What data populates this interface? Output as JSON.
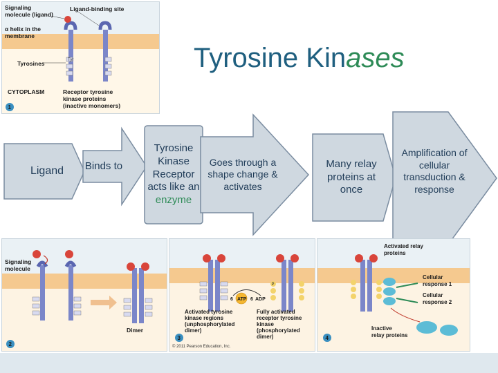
{
  "title": {
    "part1": "Tyrosine Kin",
    "part2": "ases"
  },
  "panel1": {
    "signaling": [
      "Signaling",
      "molecule (ligand)"
    ],
    "site": "Ligand-binding site",
    "helix": [
      "α helix in the",
      "membrane"
    ],
    "tyrosines": "Tyrosines",
    "cytoplasm": "CYTOPLASM",
    "receptor": [
      "Receptor tyrosine",
      "kinase proteins",
      "(inactive monomers)"
    ],
    "step": "1"
  },
  "flow": {
    "items": [
      {
        "text": "Ligand"
      },
      {
        "text": "Binds to"
      },
      {
        "text": "Tyrosine Kinase Receptor acts like an",
        "highlight": "enzyme"
      },
      {
        "text": "Goes through a shape change & activates"
      },
      {
        "text": "Many relay proteins at once"
      },
      {
        "text": "Amplification of cellular transduction & response"
      }
    ],
    "highlight_color": "#2e8b57"
  },
  "panel2": {
    "signaling": [
      "Signaling",
      "molecule"
    ],
    "dimer": "Dimer",
    "step": "2"
  },
  "panel3": {
    "atp": "ATP",
    "adp": "ADP",
    "count_left": "6",
    "count_right": "6",
    "left_caption": [
      "Activated tyrosine",
      "kinase regions",
      "(unphosphorylated",
      "dimer)"
    ],
    "right_caption": [
      "Fully activated",
      "receptor tyrosine",
      "kinase",
      "(phosphorylated",
      "dimer)"
    ],
    "copyright": "© 2011 Pearson Education, Inc.",
    "step": "3"
  },
  "panel4": {
    "relay": [
      "Activated relay",
      "proteins"
    ],
    "resp1": [
      "Cellular",
      "response 1"
    ],
    "resp2": [
      "Cellular",
      "response 2"
    ],
    "inactive": [
      "Inactive",
      "relay proteins"
    ],
    "step": "4"
  },
  "tags": {
    "tyr": "Tyr",
    "p": "P"
  },
  "colors": {
    "title": "#1f5f7f",
    "accent": "#2e8b57",
    "membrane": "#f5c98f",
    "receptor": "#7b86c9",
    "ligand": "#d9453a"
  }
}
